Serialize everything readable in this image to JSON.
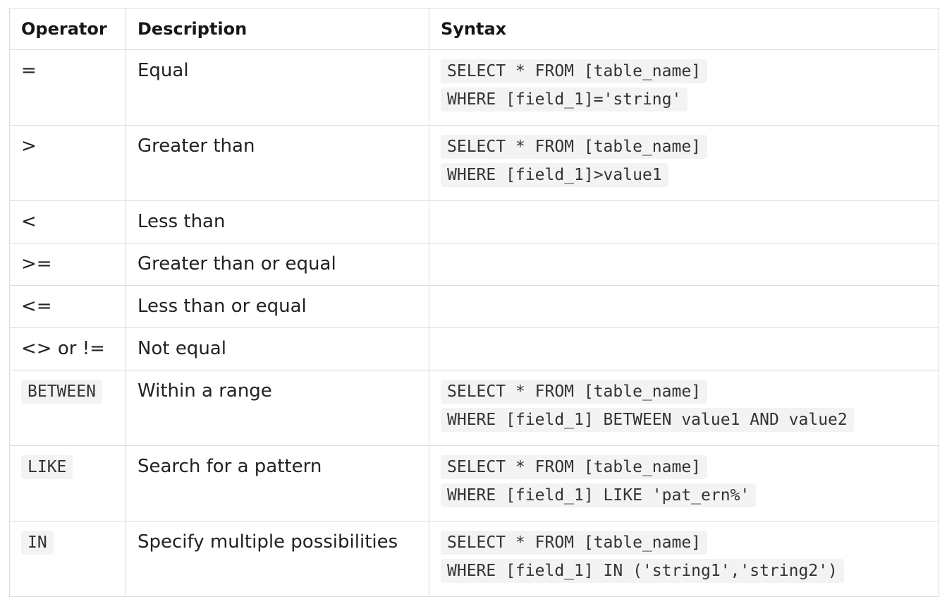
{
  "table": {
    "headers": [
      "Operator",
      "Description",
      "Syntax"
    ],
    "rows": [
      {
        "operator": "=",
        "operator_is_code": false,
        "description": "Equal",
        "syntax": [
          "SELECT * FROM [table_name]",
          "WHERE [field_1]='string'"
        ]
      },
      {
        "operator": ">",
        "operator_is_code": false,
        "description": "Greater than",
        "syntax": [
          "SELECT * FROM [table_name]",
          "WHERE [field_1]>value1"
        ]
      },
      {
        "operator": "<",
        "operator_is_code": false,
        "description": "Less than",
        "syntax": []
      },
      {
        "operator": ">=",
        "operator_is_code": false,
        "description": "Greater than or equal",
        "syntax": []
      },
      {
        "operator": "<=",
        "operator_is_code": false,
        "description": "Less than or equal",
        "syntax": []
      },
      {
        "operator": "<> or !=",
        "operator_is_code": false,
        "description": "Not equal",
        "syntax": []
      },
      {
        "operator": "BETWEEN",
        "operator_is_code": true,
        "description": "Within a range",
        "syntax": [
          "SELECT * FROM [table_name]",
          "WHERE [field_1] BETWEEN value1 AND value2"
        ]
      },
      {
        "operator": "LIKE",
        "operator_is_code": true,
        "description": "Search for a pattern",
        "syntax": [
          "SELECT * FROM [table_name]",
          "WHERE [field_1] LIKE 'pat_ern%'"
        ]
      },
      {
        "operator": "IN",
        "operator_is_code": true,
        "description": "Specify multiple possibilities",
        "syntax": [
          "SELECT * FROM [table_name]",
          "WHERE [field_1] IN ('string1','string2')"
        ]
      }
    ]
  }
}
